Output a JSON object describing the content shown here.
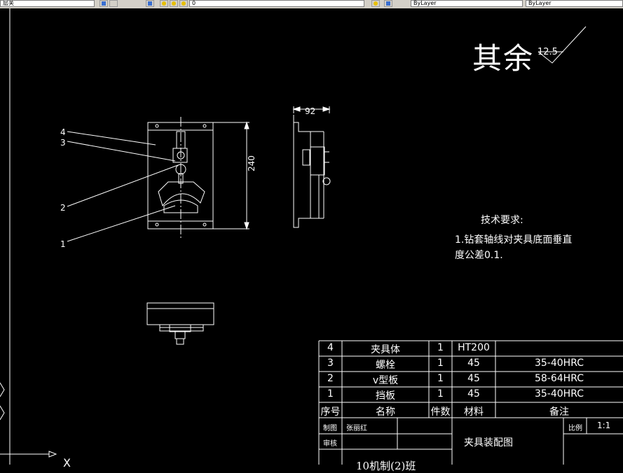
{
  "toolbar": {
    "layer_combo": "层关",
    "color_combo": "ByLayer",
    "linetype_combo": "ByLayer",
    "combo_3": "0"
  },
  "drawing": {
    "roughness": {
      "label": "其余",
      "value": "12.5"
    },
    "tech_requirements": {
      "title": "技术要求:",
      "line1": "1.钻套轴线对夹具底面垂直",
      "line2": "度公差0.1."
    },
    "dimensions": {
      "width": "92",
      "height": "240"
    },
    "leaders": [
      "4",
      "3",
      "2",
      "1"
    ],
    "axis_label": "X"
  },
  "bom": {
    "rows": [
      {
        "no": "4",
        "name": "夹具体",
        "qty": "1",
        "material": "HT200",
        "remark": ""
      },
      {
        "no": "3",
        "name": "螺栓",
        "qty": "1",
        "material": "45",
        "remark": "35-40HRC"
      },
      {
        "no": "2",
        "name": "v型板",
        "qty": "1",
        "material": "45",
        "remark": "58-64HRC"
      },
      {
        "no": "1",
        "name": "挡板",
        "qty": "1",
        "material": "45",
        "remark": "35-40HRC"
      }
    ],
    "header": {
      "no": "序号",
      "name": "名称",
      "qty": "件数",
      "material": "材料",
      "remark": "备注"
    }
  },
  "title_block": {
    "drawn_label": "制图",
    "drawn_by": "张丽红",
    "checked_label": "审核",
    "drawing_title": "夹具装配图",
    "scale_label": "比例",
    "scale_value": "1:1",
    "class_name": "10机制(2)班"
  },
  "colors": {
    "background": "#000000",
    "lines": "#ffffff",
    "toolbar": "#d4d0c8"
  }
}
